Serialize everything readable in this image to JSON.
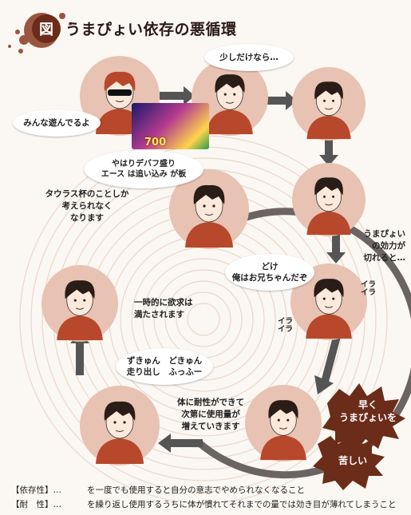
{
  "title": {
    "badge": "図",
    "text": "うまぴょい依存の悪循環"
  },
  "bubbles": {
    "everyone_plays": "みんな遊んでるよ",
    "just_a_little": "少しだけなら…",
    "debuff": "やはりデバフ盛り\nエース は追い込み が板",
    "kiss": "どけ\n俺はお兄ちゃんだぞ",
    "sounds": "ずきゅん　どきゅん\n走り出し　ふっふー"
  },
  "labels": {
    "taurus": "タウラス杯のことしか\n考えられなく\nなります",
    "wears_off": "うまぴょい\nの効力が\n切れると…",
    "satisfied": "一時的に欲求は\n満たされます",
    "tolerance": "体に耐性ができて\n次第に使用量が\n増えていきます",
    "irritation_1": "イラ\nイラ",
    "irritation_2": "イラ\nイラ"
  },
  "card": {
    "number": "700"
  },
  "burst": {
    "hurry": "早く\nうまぴょいを",
    "painful": "苦しい"
  },
  "footnotes": [
    {
      "term": "【依存性】…",
      "desc": "を一度でも使用すると自分の意志でやめられなくなること"
    },
    {
      "term": "【耐　性】…",
      "desc": "を繰り返し使用するうちに体が慣れてそれまでの量では効き目が薄れてしまうこと"
    }
  ],
  "colors": {
    "circle": "#e8c2b2",
    "arrow": "#555555",
    "shirt": "#b7482b",
    "hair": "#2a1c16",
    "burst": "#6b2c1a",
    "ring": "#ead8cc"
  }
}
